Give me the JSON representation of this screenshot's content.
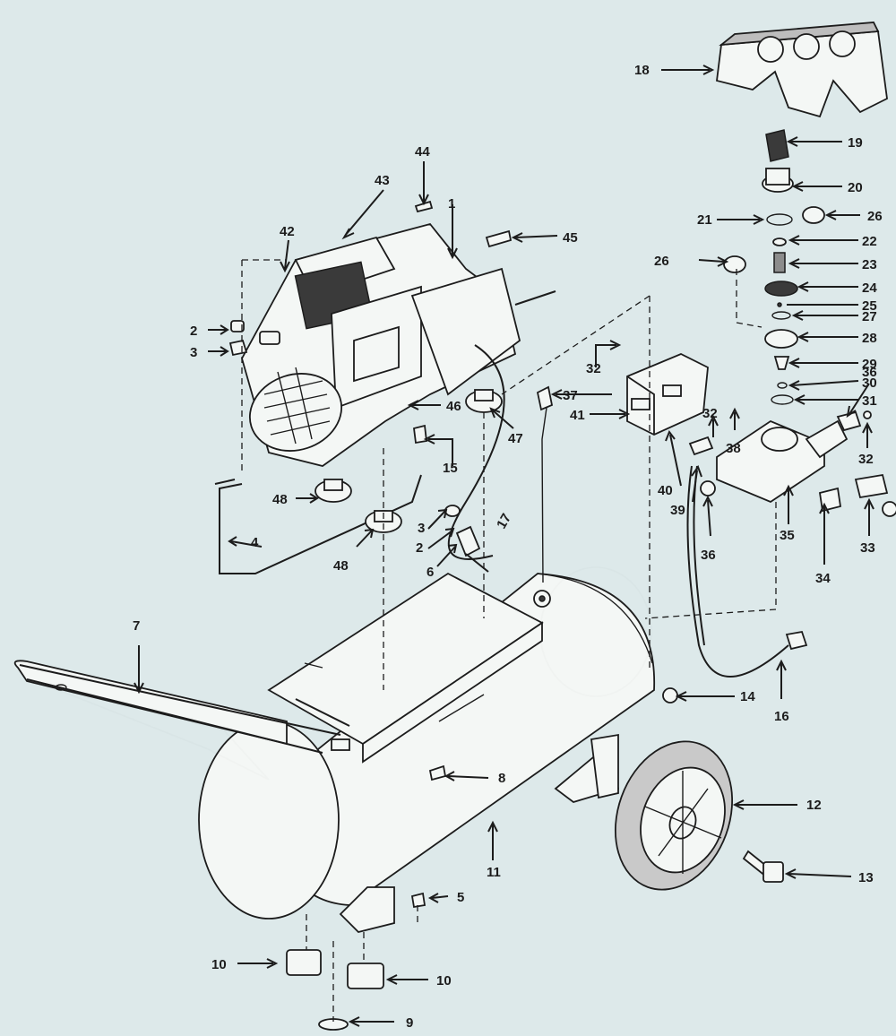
{
  "diagram": {
    "parts": [
      {
        "id": "p1",
        "num": "1"
      },
      {
        "id": "p2a",
        "num": "2"
      },
      {
        "id": "p2b",
        "num": "2"
      },
      {
        "id": "p3a",
        "num": "3"
      },
      {
        "id": "p3b",
        "num": "3"
      },
      {
        "id": "p4",
        "num": "4"
      },
      {
        "id": "p5",
        "num": "5"
      },
      {
        "id": "p6",
        "num": "6"
      },
      {
        "id": "p7",
        "num": "7"
      },
      {
        "id": "p8",
        "num": "8"
      },
      {
        "id": "p9",
        "num": "9"
      },
      {
        "id": "p10a",
        "num": "10"
      },
      {
        "id": "p10b",
        "num": "10"
      },
      {
        "id": "p11",
        "num": "11"
      },
      {
        "id": "p12",
        "num": "12"
      },
      {
        "id": "p13",
        "num": "13"
      },
      {
        "id": "p14",
        "num": "14"
      },
      {
        "id": "p15",
        "num": "15"
      },
      {
        "id": "p16",
        "num": "16"
      },
      {
        "id": "p17",
        "num": "17"
      },
      {
        "id": "p18",
        "num": "18"
      },
      {
        "id": "p19",
        "num": "19"
      },
      {
        "id": "p20",
        "num": "20"
      },
      {
        "id": "p21",
        "num": "21"
      },
      {
        "id": "p22",
        "num": "22"
      },
      {
        "id": "p23",
        "num": "23"
      },
      {
        "id": "p24",
        "num": "24"
      },
      {
        "id": "p25",
        "num": "25"
      },
      {
        "id": "p26a",
        "num": "26"
      },
      {
        "id": "p26b",
        "num": "26"
      },
      {
        "id": "p27",
        "num": "27"
      },
      {
        "id": "p28",
        "num": "28"
      },
      {
        "id": "p29",
        "num": "29"
      },
      {
        "id": "p30",
        "num": "30"
      },
      {
        "id": "p31",
        "num": "31"
      },
      {
        "id": "p32a",
        "num": "32"
      },
      {
        "id": "p32b",
        "num": "32"
      },
      {
        "id": "p32c",
        "num": "32"
      },
      {
        "id": "p33",
        "num": "33"
      },
      {
        "id": "p34",
        "num": "34"
      },
      {
        "id": "p35",
        "num": "35"
      },
      {
        "id": "p36a",
        "num": "36"
      },
      {
        "id": "p36b",
        "num": "36"
      },
      {
        "id": "p37",
        "num": "37"
      },
      {
        "id": "p38",
        "num": "38"
      },
      {
        "id": "p39",
        "num": "39"
      },
      {
        "id": "p40",
        "num": "40"
      },
      {
        "id": "p41",
        "num": "41"
      },
      {
        "id": "p42",
        "num": "42"
      },
      {
        "id": "p43",
        "num": "43"
      },
      {
        "id": "p44",
        "num": "44"
      },
      {
        "id": "p45",
        "num": "45"
      },
      {
        "id": "p46",
        "num": "46"
      },
      {
        "id": "p47",
        "num": "47"
      },
      {
        "id": "p48a",
        "num": "48"
      },
      {
        "id": "p48b",
        "num": "48"
      }
    ]
  }
}
